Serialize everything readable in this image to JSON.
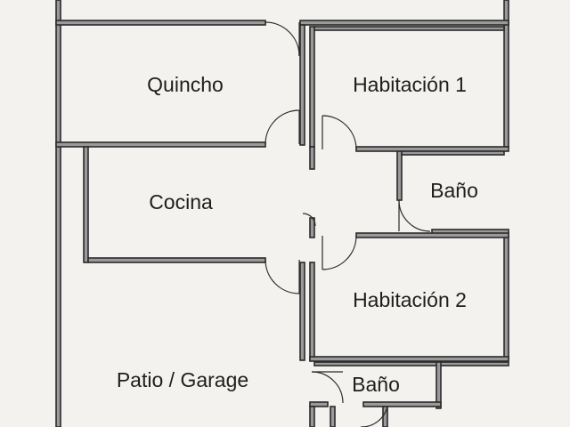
{
  "rooms": {
    "quincho": "Quincho",
    "habitacion_1": "Habitación 1",
    "cocina": "Cocina",
    "bano_1": "Baño",
    "habitacion_2": "Habitación 2",
    "patio_garage": "Patio / Garage",
    "bano_2": "Baño"
  },
  "colors": {
    "background": "#f4f2ee",
    "wall_fill": "#9a9a9a",
    "wall_outline": "#2b2b2b",
    "text": "#1e1e1e"
  }
}
